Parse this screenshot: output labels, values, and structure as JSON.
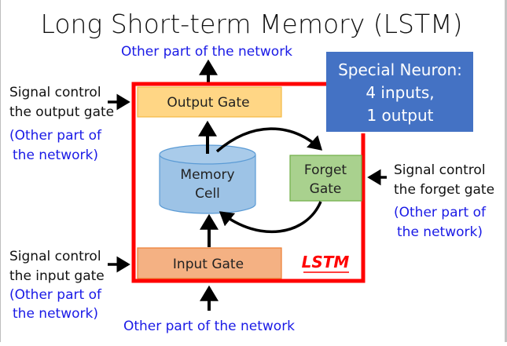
{
  "title": "Long Short-term Memory (LSTM)",
  "colors": {
    "title_text": "#111111",
    "network_text": "#1a1ae6",
    "lstm_border": "#ff0000",
    "special_neuron_bg": "#4472c4",
    "output_gate_fill": "#ffd685",
    "output_gate_stroke": "#f4b942",
    "input_gate_fill": "#f4b183",
    "input_gate_stroke": "#ed7d31",
    "forget_gate_fill": "#a9d18e",
    "forget_gate_stroke": "#70ad47",
    "memory_cell_fill": "#9dc3e6",
    "memory_cell_stroke": "#5b9bd5",
    "arrow": "#000000"
  },
  "top_output_label": "Other part of the network",
  "bottom_input_label": "Other part of the network",
  "special_neuron": {
    "lines": [
      "Special Neuron:",
      "4 inputs,",
      "1 output"
    ]
  },
  "lstm_label": "LSTM",
  "gates": {
    "output_gate": "Output Gate",
    "input_gate": "Input Gate",
    "forget_gate": [
      "Forget",
      "Gate"
    ],
    "memory_cell": [
      "Memory",
      "Cell"
    ]
  },
  "signals": {
    "output_gate": {
      "lines": [
        "Signal control",
        "the output gate"
      ],
      "source": [
        "(Other part of",
        "the network)"
      ]
    },
    "input_gate": {
      "lines": [
        "Signal control",
        "the input gate"
      ],
      "source": [
        "(Other part of",
        "the network)"
      ]
    },
    "forget_gate": {
      "lines": [
        "Signal control",
        "the forget gate"
      ],
      "source": [
        "(Other part of",
        "the network)"
      ]
    }
  }
}
